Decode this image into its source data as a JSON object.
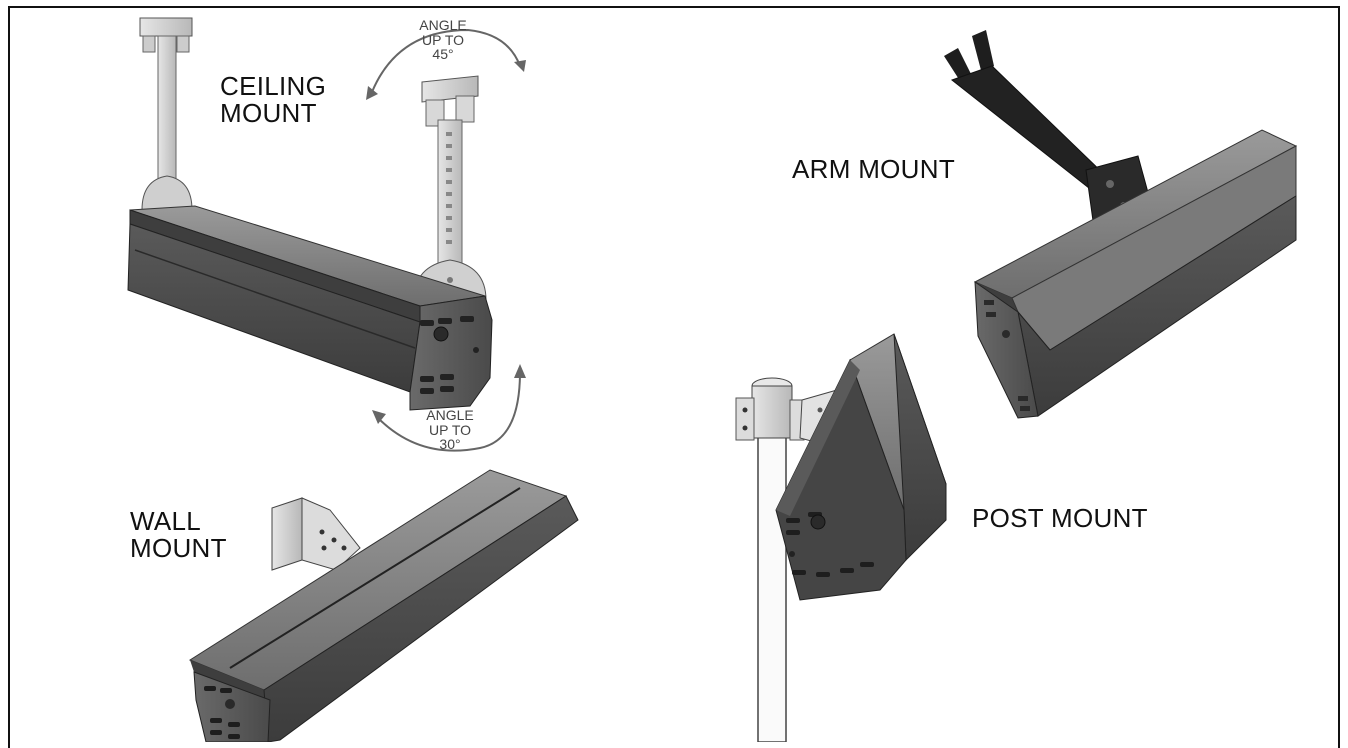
{
  "labels": {
    "ceiling_mount": [
      "CEILING",
      "MOUNT"
    ],
    "arm_mount": "ARM MOUNT",
    "wall_mount": [
      "WALL",
      "MOUNT"
    ],
    "post_mount": "POST MOUNT"
  },
  "angles": {
    "ceiling_angle": [
      "ANGLE",
      "UP TO",
      "45°"
    ],
    "bottom_angle": [
      "ANGLE",
      "UP TO",
      "30°"
    ]
  },
  "colors": {
    "heater_dark": "#4a4a4a",
    "heater_mid": "#666666",
    "heater_light": "#8a8a8a",
    "bracket": "#d4d4d4",
    "arm": "#1e1e1e",
    "border": "#111111"
  }
}
